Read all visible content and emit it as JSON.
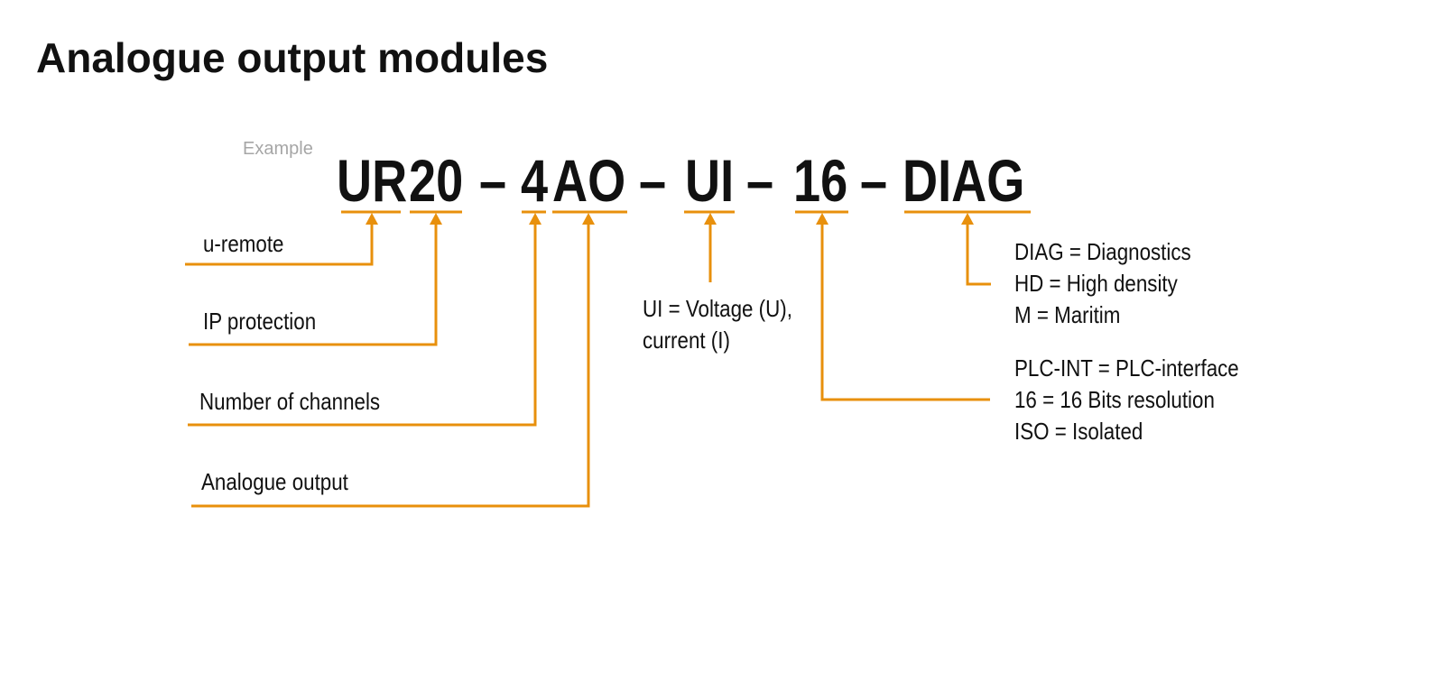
{
  "title": "Analogue output modules",
  "example_label": "Example",
  "code": {
    "ur": "UR",
    "twenty": "20",
    "dash": "–",
    "four": "4",
    "ao": "AO",
    "ui": "UI",
    "sixteen": "16",
    "diag": "DIAG"
  },
  "labels": {
    "u_remote": "u-remote",
    "ip_protection": "IP protection",
    "number_of_channels": "Number of channels",
    "analogue_output": "Analogue output",
    "ui_line1": "UI = Voltage (U),",
    "ui_line2": "current (I)",
    "diag_line1": "DIAG = Diagnostics",
    "diag_line2": "HD = High density",
    "diag_line3": "M = Maritim",
    "plc_line1": "PLC-INT = PLC-interface",
    "plc_line2": "16 = 16 Bits resolution",
    "plc_line3": "ISO = Isolated"
  },
  "colors": {
    "accent": "#E8900C",
    "text": "#111111",
    "muted": "#a6a6a6"
  }
}
